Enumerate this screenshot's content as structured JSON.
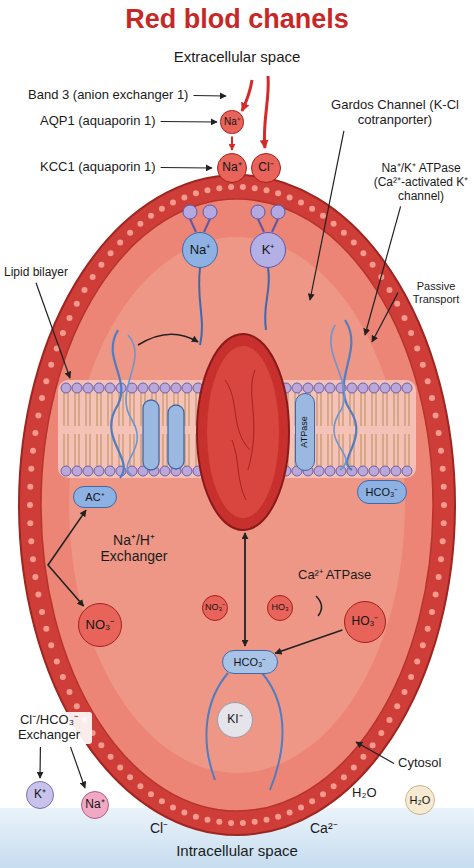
{
  "diagram": {
    "title": "Red blod chanels",
    "nodes": [
      {
        "text": [
          "Na⁺"
        ]
      },
      {
        "text": [
          "Na⁺"
        ]
      },
      {
        "text": [
          "Cl⁻"
        ]
      },
      {
        "text": [
          "Na⁺"
        ]
      },
      {
        "text": [
          "K⁺"
        ]
      },
      {
        "text": [
          "ATPase"
        ]
      },
      {
        "text": [
          "AC⁺"
        ]
      },
      {
        "text": [
          "HCO₃⁻"
        ]
      },
      {
        "text": [
          "NO₃⁻"
        ]
      },
      {
        "text": [
          "HO₃"
        ]
      },
      {
        "text": [
          "HO₃⁻"
        ]
      },
      {
        "text": [
          "NO₃⁻"
        ]
      },
      {
        "text": [
          "HCO₃⁻"
        ]
      },
      {
        "text": [
          "KI⁻"
        ]
      },
      {
        "text": [
          "K⁺"
        ]
      },
      {
        "text": [
          "Na⁺"
        ]
      },
      {
        "text": [
          "H₂O"
        ]
      }
    ],
    "edges": [
      {
        "from": 0,
        "to": 1,
        "arrow": "to"
      },
      {
        "from": 6,
        "to": 11,
        "arrow": "both"
      },
      {
        "from": 10,
        "to": 12,
        "arrow": "to"
      }
    ],
    "labels": [
      "Extracellular space",
      "Band 3 (anion exchanger 1)",
      "AQP1 (aquaporin 1)",
      "KCC1 (aquaporin 1)",
      "Gardos Channel (K-Cl cotranporter)",
      "Na⁺/K⁺ ATPase (Ca²⁺-activated K⁺ channel)",
      "Lipid bilayer",
      "Passive Transport",
      "Na⁺/H⁺ Exchanger",
      "Ca²⁺ ATPase",
      "Cl⁻/HCO₃⁻ Exchanger",
      "Cytosol",
      "H₂O",
      "Cl⁻",
      "Ca²⁻",
      "Intracellular space"
    ]
  }
}
